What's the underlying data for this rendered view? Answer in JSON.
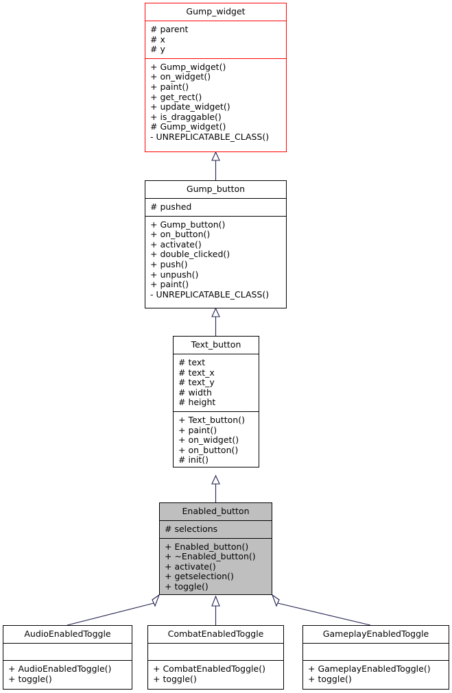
{
  "diagram": {
    "type": "uml-class-inheritance",
    "title": "Enabled_button class hierarchy",
    "colors": {
      "accent_border": "#ff0000",
      "default_border": "#000000",
      "highlight_fill": "#bfbfbf",
      "edge_stroke": "#212150",
      "background": "#ffffff"
    },
    "relationship": "generalization"
  },
  "nodes": [
    {
      "id": "gump_widget",
      "name": "Gump_widget",
      "style": "accent",
      "attributes": [
        "# parent",
        "# x",
        "# y"
      ],
      "operations": [
        "+ Gump_widget()",
        "+ on_widget()",
        "+ paint()",
        "+ get_rect()",
        "+ update_widget()",
        "+ is_draggable()",
        "# Gump_widget()",
        "- UNREPLICATABLE_CLASS()"
      ]
    },
    {
      "id": "gump_button",
      "name": "Gump_button",
      "style": "plain",
      "attributes": [
        "# pushed"
      ],
      "operations": [
        "+ Gump_button()",
        "+ on_button()",
        "+ activate()",
        "+ double_clicked()",
        "+ push()",
        "+ unpush()",
        "+ paint()",
        "- UNREPLICATABLE_CLASS()"
      ]
    },
    {
      "id": "text_button",
      "name": "Text_button",
      "style": "plain",
      "attributes": [
        "# text",
        "# text_x",
        "# text_y",
        "# width",
        "# height"
      ],
      "operations": [
        "+ Text_button()",
        "+ paint()",
        "+ on_widget()",
        "+ on_button()",
        "# init()"
      ]
    },
    {
      "id": "enabled_button",
      "name": "Enabled_button",
      "style": "highlight",
      "attributes": [
        "# selections"
      ],
      "operations": [
        "+ Enabled_button()",
        "+ ~Enabled_button()",
        "+ activate()",
        "+ getselection()",
        "+ toggle()"
      ]
    },
    {
      "id": "audio_enabled_toggle",
      "name": "AudioEnabledToggle",
      "style": "plain",
      "attributes": [],
      "operations": [
        "+ AudioEnabledToggle()",
        "+ toggle()"
      ]
    },
    {
      "id": "combat_enabled_toggle",
      "name": "CombatEnabledToggle",
      "style": "plain",
      "attributes": [],
      "operations": [
        "+ CombatEnabledToggle()",
        "+ toggle()"
      ]
    },
    {
      "id": "gameplay_enabled_toggle",
      "name": "GameplayEnabledToggle",
      "style": "plain",
      "attributes": [],
      "operations": [
        "+ GameplayEnabledToggle()",
        "+ toggle()"
      ]
    }
  ],
  "edges": [
    {
      "from": "gump_button",
      "to": "gump_widget"
    },
    {
      "from": "text_button",
      "to": "gump_button"
    },
    {
      "from": "enabled_button",
      "to": "text_button"
    },
    {
      "from": "audio_enabled_toggle",
      "to": "enabled_button"
    },
    {
      "from": "combat_enabled_toggle",
      "to": "enabled_button"
    },
    {
      "from": "gameplay_enabled_toggle",
      "to": "enabled_button"
    }
  ]
}
